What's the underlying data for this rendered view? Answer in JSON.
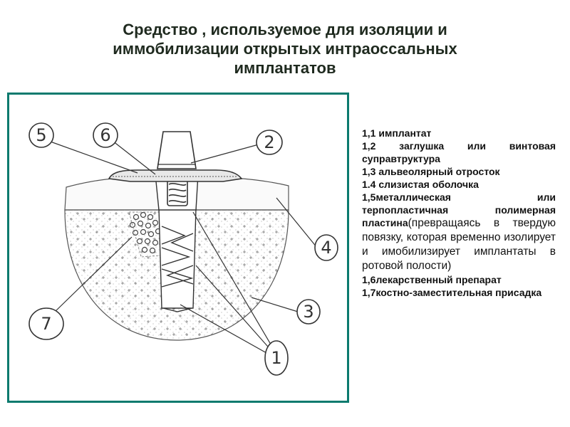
{
  "title": {
    "line1": "Средство , используемое для изоляции и",
    "line2": "иммобилизации открытых интраоссальных",
    "line3": "имплантатов"
  },
  "figure": {
    "labels": [
      "5",
      "6",
      "2",
      "4",
      "3",
      "7",
      "1"
    ],
    "accent_color": "#0b7a6e"
  },
  "legend": {
    "items": [
      "1,1  имплантат",
      "1,2  заглушка  или  винтовая суправтруктура",
      "1,3 альвеолярный отросток",
      "1.4 слизистая оболочка",
      "1,5металлическая  или терпопластичная полимерная пластина",
      "1,6лекарственный препарат",
      "1,7костно-заместительная присадка"
    ],
    "item5_plain": "(превращаясь  в твердую повязку, которая временно изолирует и имобилизирует имплантаты в ротовой полости)"
  }
}
